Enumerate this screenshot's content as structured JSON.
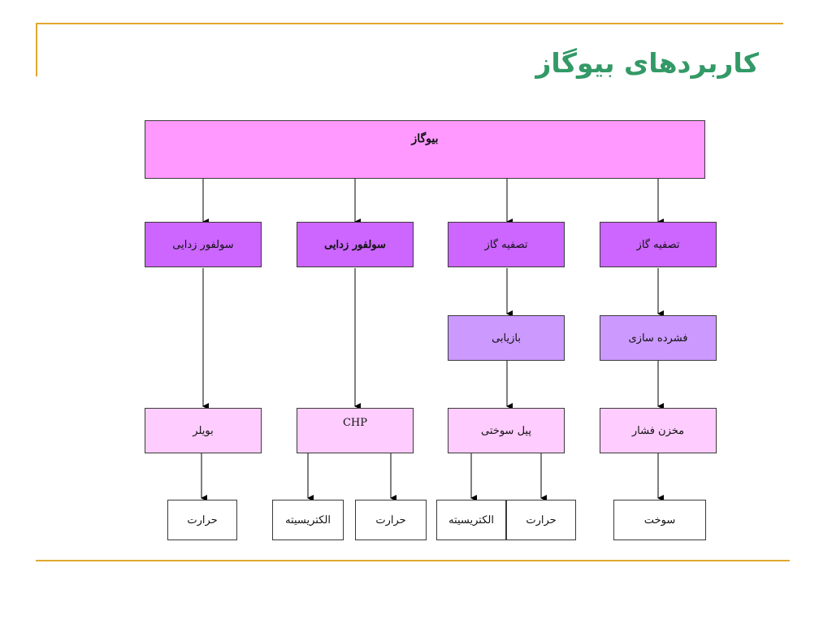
{
  "title": "کاربردهای بیوگاز",
  "colors": {
    "accent_rule": "#e0a830",
    "title": "#339966",
    "top_box": "#ff99ff",
    "level1_box": "#cc66ff",
    "level2_box": "#cc99ff",
    "level3_box": "#ffccff",
    "leaf_box": "#ffffff"
  },
  "diagram": {
    "root": "بیوگاز",
    "level1": [
      "سولفور زدایی",
      "سولفور زدایی",
      "تصفیه گاز",
      "تصفیه گاز"
    ],
    "level2": [
      "بازیابی",
      "فشرده سازی"
    ],
    "level3": [
      "بویلر",
      "CHP",
      "پیل سوختی",
      "مخزن فشار"
    ],
    "leaves": [
      "حرارت",
      "الکتریسیته",
      "حرارت",
      "الکتریسیته",
      "حرارت",
      "سوخت"
    ]
  }
}
